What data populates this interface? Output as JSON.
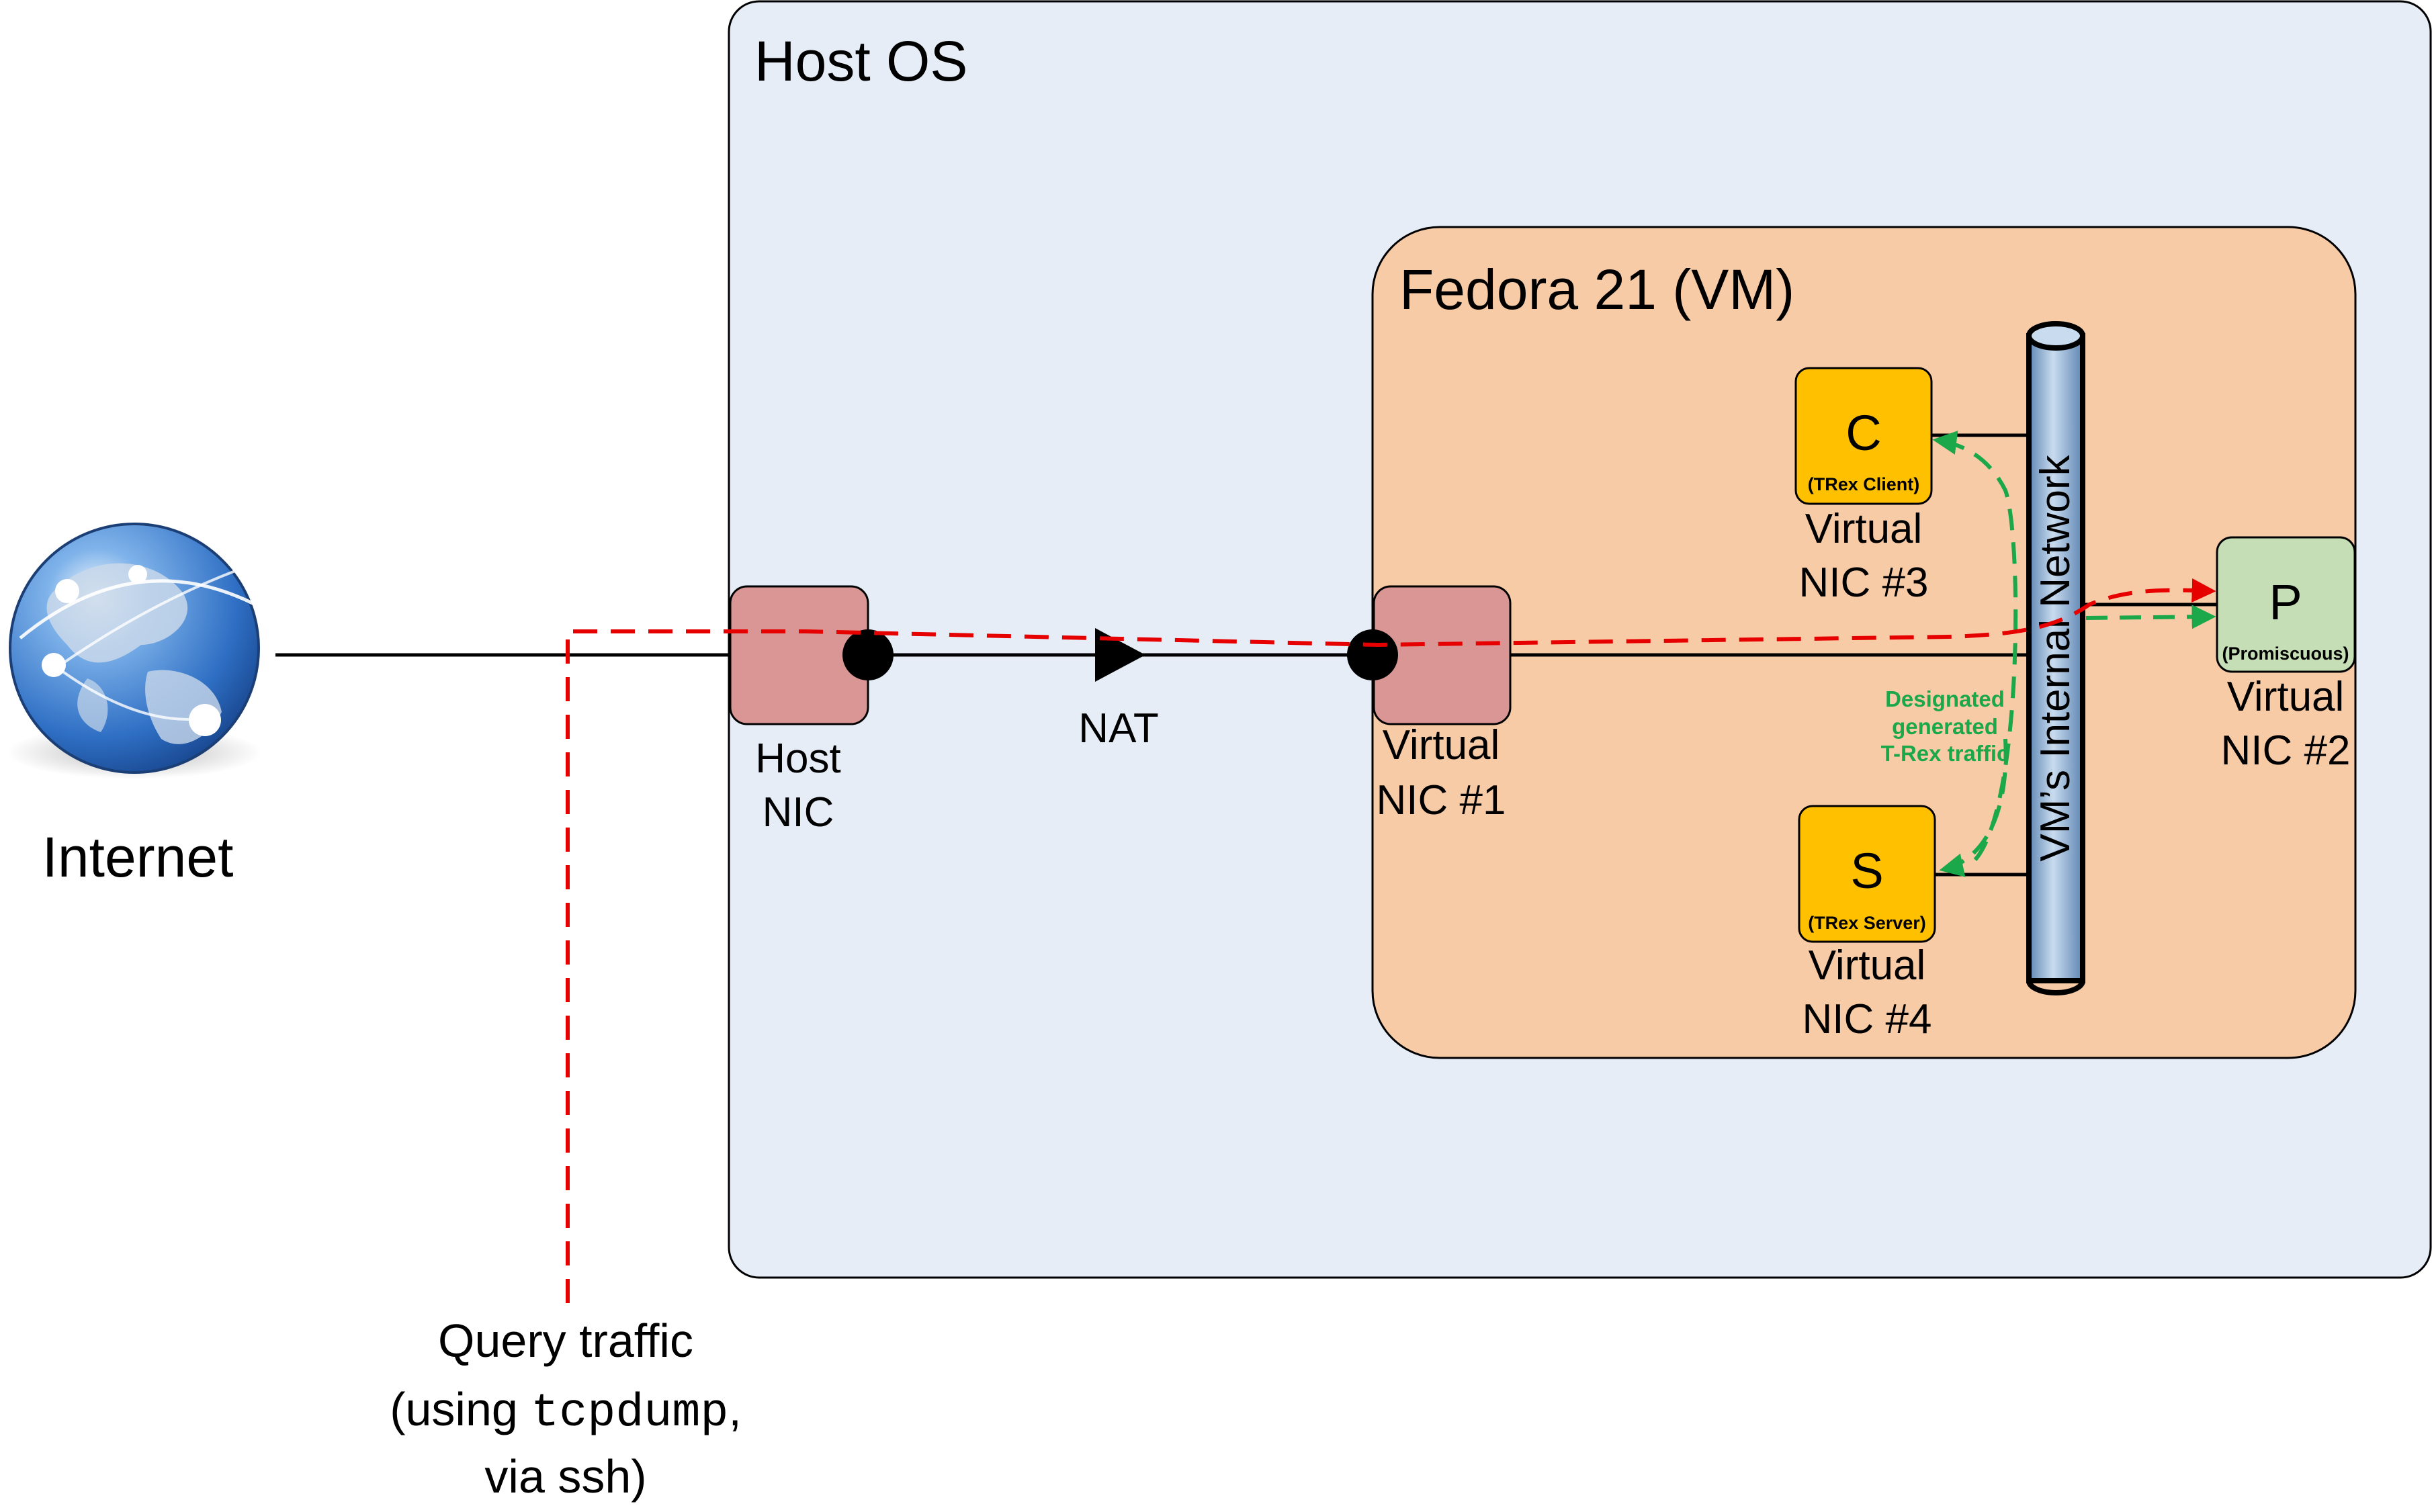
{
  "labels": {
    "host_os": "Host OS",
    "vm": "Fedora 21 (VM)",
    "internet": "Internet",
    "host_nic_1": "Host",
    "host_nic_2": "NIC",
    "nat": "NAT",
    "vnic1_1": "Virtual",
    "vnic1_2": "NIC #1",
    "vnic2_1": "Virtual",
    "vnic2_2": "NIC #2",
    "vnic3_1": "Virtual",
    "vnic3_2": "NIC #3",
    "vnic4_1": "Virtual",
    "vnic4_2": "NIC #4",
    "internal_network": "VM’s Internal Network",
    "query_1": "Query traffic",
    "query_2_pre": "(using ",
    "query_2_cmd": "tcpdump",
    "query_2_post": ",",
    "query_3": "via ssh)",
    "designated_1": "Designated",
    "designated_2": "generated",
    "designated_3": "T-Rex traffic"
  },
  "nodes": {
    "client": {
      "letter": "C",
      "caption": "(TRex Client)"
    },
    "server": {
      "letter": "S",
      "caption": "(TRex Server)"
    },
    "promisc": {
      "letter": "P",
      "caption": "(Promiscuous)"
    }
  },
  "colors": {
    "host_bg": "#e6edf7",
    "vm_bg": "#f8cba7",
    "nic_red": "#d99694",
    "trex_orange": "#ffc000",
    "promisc_green": "#c5deb5",
    "query_red": "#e60000",
    "trex_green": "#1aa84a",
    "pipe_blue": "#9fbfdf"
  }
}
